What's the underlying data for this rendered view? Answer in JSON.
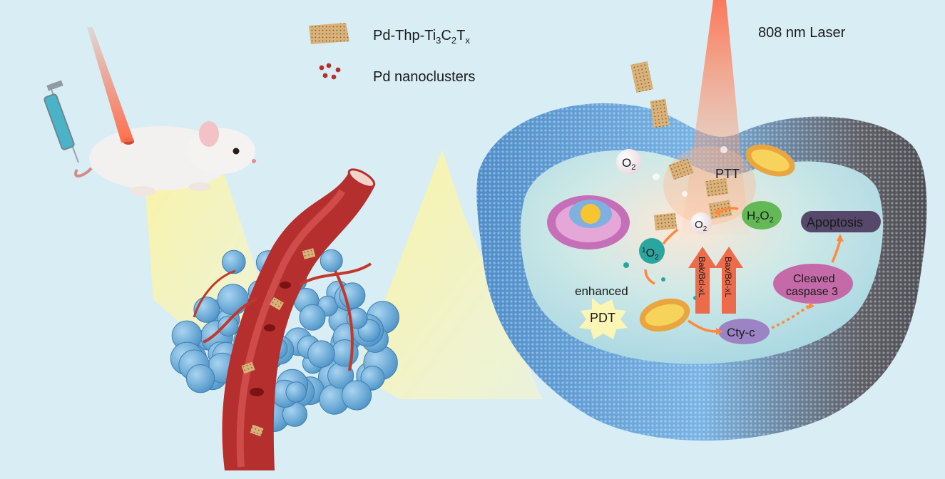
{
  "legend": {
    "items": [
      {
        "label": "Pd-Thp-Ti3C2Tx",
        "icon": "nanosheet-icon"
      },
      {
        "label": "Pd nanoclusters",
        "icon": "nanocluster-dots-icon"
      }
    ]
  },
  "laser_label": "808 nm Laser",
  "cell": {
    "labels": {
      "o2_a": "O2",
      "ptt": "PTT",
      "o2_b": "O2",
      "h2o2": "H2O2",
      "singlet_o2": "1O2",
      "bak": "Bak/Bcl-xL",
      "bax": "Bax/Bcl-xL",
      "apoptosis": "Apoptosis",
      "cleaved_caspase": [
        "Cleaved",
        "caspase 3"
      ],
      "enhanced": "enhanced",
      "pdt": "PDT",
      "cytc": "Cty-c"
    }
  },
  "colors": {
    "background": "#d7edf3",
    "vessel": "#b52f2f",
    "tumor": "#6aaed6",
    "cell_wall": "#5f9fd6",
    "beam": "#ff7a55",
    "light_cone": "#fbf5a6",
    "arrow": "#ff8a3d"
  }
}
